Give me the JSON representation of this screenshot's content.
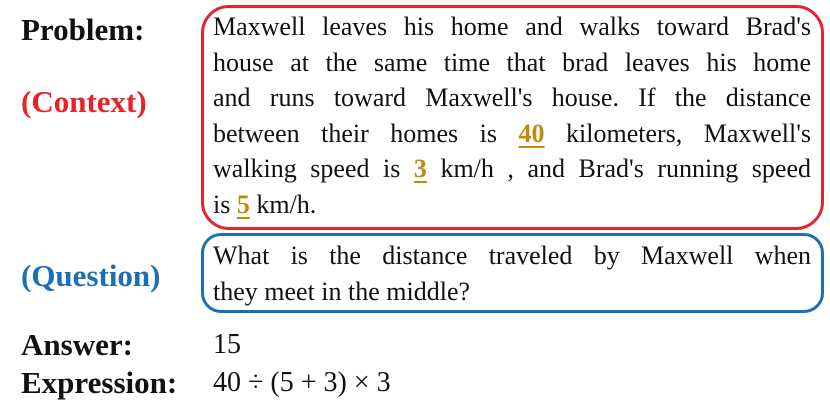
{
  "problem": {
    "label": "Problem:",
    "context_label": "(Context)",
    "context": {
      "lines": [
        "Maxwell leaves his home and walks toward Brad's",
        "house at the same time that brad leaves his home",
        "and runs toward Maxwell's house. If the distance"
      ],
      "line4_before": "between their homes is",
      "distance": "40",
      "line4_after": "kilometers, Maxwell's",
      "line5_before": "walking speed is",
      "maxwell_speed": "3",
      "line5_after": "km/h , and Brad's running speed",
      "line6_before": "is",
      "brad_speed": "5",
      "line6_after": "km/h."
    }
  },
  "question": {
    "label": "(Question)",
    "lines": [
      "What is the distance traveled by Maxwell when",
      "they meet in the middle?"
    ]
  },
  "answer": {
    "label": "Answer:",
    "value": "15"
  },
  "expression": {
    "label": "Expression:",
    "value": "40 ÷ (5 + 3) × 3"
  },
  "colors": {
    "context_accent": "#e8222b",
    "question_accent": "#1a6fb5",
    "number_highlight": "#c08a10"
  }
}
